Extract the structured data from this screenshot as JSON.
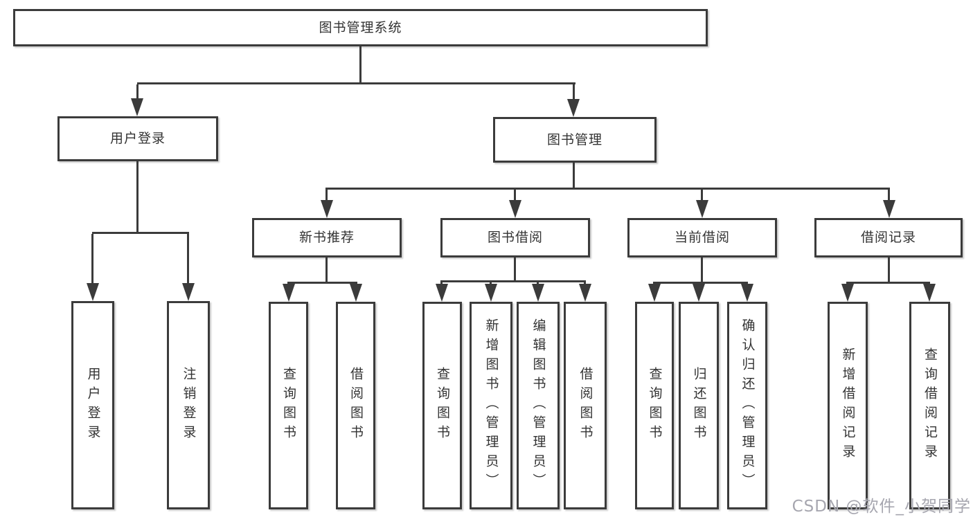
{
  "diagram": {
    "kind": "functional-structure-tree",
    "title": "图书管理系统",
    "colors": {
      "line": "#3b3b3b",
      "text": "#333333",
      "box_fill": "#ffffff",
      "background": "#ffffff",
      "watermark": "#a6a6af"
    }
  },
  "nodes": {
    "root": "图书管理系统",
    "user_login": "用户登录",
    "book_mgmt": "图书管理",
    "ul_login": "用户登录",
    "ul_logout": "注销登录",
    "new_book": "新书推荐",
    "book_borrow": "图书借阅",
    "current_borrow": "当前借阅",
    "borrow_record": "借阅记录",
    "nb_query": "查询图书",
    "nb_borrow": "借阅图书",
    "bb_query": "查询图书",
    "bb_add": "新增图书（管理员）",
    "bb_edit": "编辑图书（管理员）",
    "bb_borrow": "借阅图书",
    "cb_query": "查询图书",
    "cb_return": "归还图书",
    "cb_confirm": "确认归还（管理员）",
    "br_add": "新增借阅记录",
    "br_query": "查询借阅记录"
  },
  "hierarchy": {
    "图书管理系统": {
      "用户登录": [
        "用户登录",
        "注销登录"
      ],
      "图书管理": {
        "新书推荐": [
          "查询图书",
          "借阅图书"
        ],
        "图书借阅": [
          "查询图书",
          "新增图书（管理员）",
          "编辑图书（管理员）",
          "借阅图书"
        ],
        "当前借阅": [
          "查询图书",
          "归还图书",
          "确认归还（管理员）"
        ],
        "借阅记录": [
          "新增借阅记录",
          "查询借阅记录"
        ]
      }
    }
  },
  "watermark": {
    "text": "CSDN @软件_小贺同学"
  }
}
